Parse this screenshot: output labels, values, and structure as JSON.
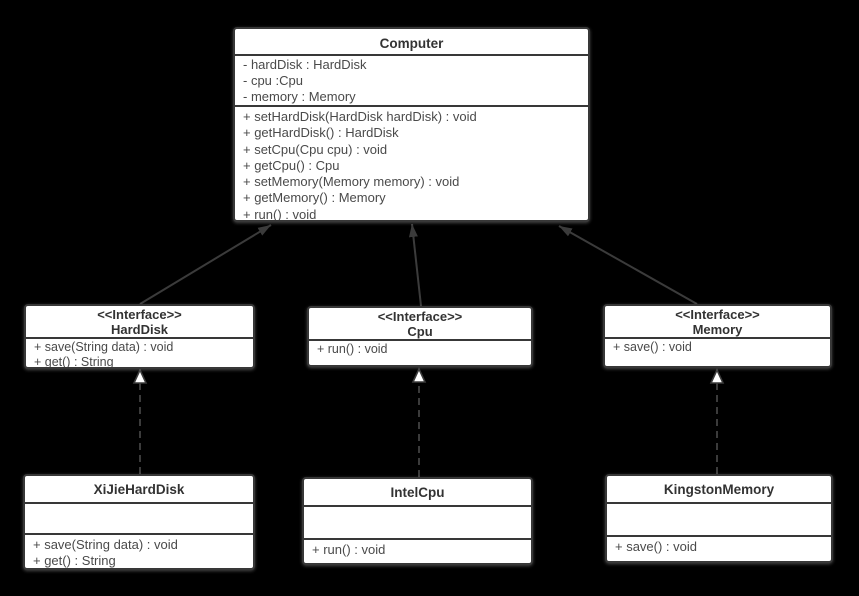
{
  "diagram": {
    "background_color": "#000000",
    "box_fill": "#ffffff",
    "border_color": "#383838",
    "line_color": "#3b3b3b",
    "text_color": "#424242"
  },
  "classes": {
    "computer": {
      "title": "Computer",
      "attributes": [
        "- hardDisk : HardDisk",
        "- cpu :Cpu",
        "- memory : Memory"
      ],
      "methods": [
        "+ setHardDisk(HardDisk hardDisk) : void",
        "+ getHardDisk() : HardDisk",
        "+ setCpu(Cpu cpu) : void",
        "+ getCpu() : Cpu",
        "+ setMemory(Memory memory) : void",
        "+ getMemory() : Memory",
        "+ run() : void"
      ]
    },
    "harddisk_interface": {
      "stereotype": "<<Interface>>",
      "title": "HardDisk",
      "methods": [
        "+ save(String data) : void",
        "+ get() : String"
      ]
    },
    "cpu_interface": {
      "stereotype": "<<Interface>>",
      "title": "Cpu",
      "methods": [
        "+ run() : void"
      ]
    },
    "memory_interface": {
      "stereotype": "<<Interface>>",
      "title": "Memory",
      "methods": [
        "+ save() : void"
      ]
    },
    "xijie_harddisk": {
      "title": "XiJieHardDisk",
      "attributes": [],
      "methods": [
        "+ save(String data) : void",
        "+ get() : String"
      ]
    },
    "intel_cpu": {
      "title": "IntelCpu",
      "attributes": [],
      "methods": [
        "+ run() : void"
      ]
    },
    "kingston_memory": {
      "title": "KingstonMemory",
      "attributes": [],
      "methods": [
        "+ save() : void"
      ]
    }
  },
  "relationships": [
    {
      "from": "HardDisk",
      "to": "Computer",
      "type": "association"
    },
    {
      "from": "Cpu",
      "to": "Computer",
      "type": "association"
    },
    {
      "from": "Memory",
      "to": "Computer",
      "type": "association"
    },
    {
      "from": "XiJieHardDisk",
      "to": "HardDisk",
      "type": "realization"
    },
    {
      "from": "IntelCpu",
      "to": "Cpu",
      "type": "realization"
    },
    {
      "from": "KingstonMemory",
      "to": "Memory",
      "type": "realization"
    }
  ]
}
